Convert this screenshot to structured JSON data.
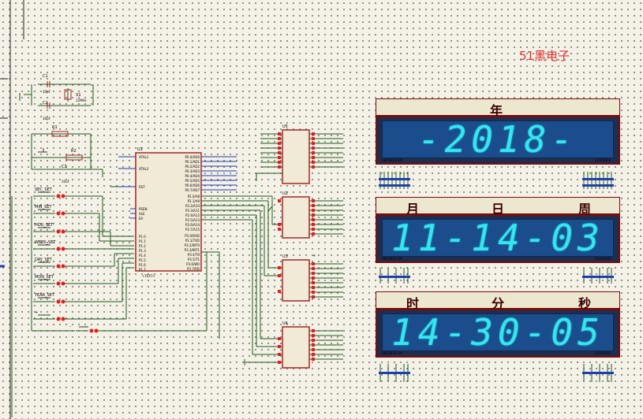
{
  "brand_label": "51黑电子",
  "components": {
    "c1": "C1",
    "c2": "C2",
    "c3": "C3",
    "r1": "R1",
    "r2": "R2",
    "x1": "X1",
    "u1": "U1",
    "u2": "U2",
    "u3": "U3",
    "u4": "U4",
    "u5": "U5",
    "c1_val": "30pF",
    "c2_val": "30pF",
    "c3_val": "10uF",
    "x1_val": "12MHz",
    "text_tag": "<TEXT>"
  },
  "u1_pins_left": [
    "XTAL1",
    "XTAL2",
    "RST",
    "PSEN",
    "ALE",
    "EA",
    "P1.0",
    "P1.1",
    "P1.2",
    "P1.3",
    "P1.4",
    "P1.5",
    "P1.6",
    "P1.7"
  ],
  "u1_pins_right": [
    "P0.0/AD0",
    "P0.1/AD1",
    "P0.2/AD2",
    "P0.3/AD3",
    "P0.4/AD4",
    "P0.5/AD5",
    "P0.6/AD6",
    "P0.7/AD7",
    "P2.0/A8",
    "P2.1/A9",
    "P2.2/A10",
    "P2.3/A11",
    "P2.4/A12",
    "P2.5/A13",
    "P2.6/A14",
    "P2.7/A15",
    "P3.0/RXD",
    "P3.1/TXD",
    "P3.2/INT0",
    "P3.3/INT1",
    "P3.4/T0",
    "P3.5/T1",
    "P3.6/WR",
    "P3.7/RD"
  ],
  "buttons": [
    "SEC_SET",
    "MIN_SET",
    "HOU_SET",
    "WEEK_SET",
    "DAY_SET",
    "MON_SET",
    "YEAR_SET",
    "+",
    "-"
  ],
  "displays": [
    {
      "headers": [
        "年"
      ],
      "value": "-2018-",
      "pins_left": "ABCDEFG DP",
      "pins_right": "12345678"
    },
    {
      "headers": [
        "月",
        "日",
        "周"
      ],
      "value": "11-14-03",
      "pins_left": "ABCDEFG DP",
      "pins_right": "12345678"
    },
    {
      "headers": [
        "时",
        "分",
        "秒"
      ],
      "value": "14-30-05",
      "pins_left": "ABCDEFG DP",
      "pins_right": "12345678"
    }
  ],
  "colors": {
    "wire": "#1f5c1f",
    "body": "#a52828",
    "led_red": "#e21f1f",
    "pin_blue": "#1f3fb0",
    "digit": "#33e6f0",
    "screen": "#1b4d8c"
  }
}
